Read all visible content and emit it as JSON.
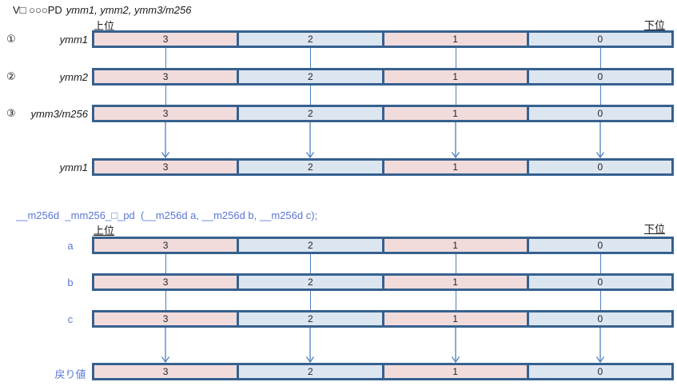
{
  "asm": {
    "title_mnemonic": "V□ ○○○PD",
    "title_operands": "ymm1, ymm2, ymm3/m256",
    "high_label": "上位",
    "low_label": "下位",
    "rows": [
      {
        "marker": "①",
        "label": "ymm1",
        "cells": [
          "3",
          "2",
          "1",
          "0"
        ]
      },
      {
        "marker": "②",
        "label": "ymm2",
        "cells": [
          "3",
          "2",
          "1",
          "0"
        ]
      },
      {
        "marker": "③",
        "label": "ymm3/m256",
        "cells": [
          "3",
          "2",
          "1",
          "0"
        ]
      }
    ],
    "result": {
      "label": "ymm1",
      "cells": [
        "3",
        "2",
        "1",
        "0"
      ]
    }
  },
  "intrinsic": {
    "signature": "__m256d  _mm256_□_pd  (__m256d a, __m256d b, __m256d c);",
    "high_label": "上位",
    "low_label": "下位",
    "rows": [
      {
        "label": "a",
        "cells": [
          "3",
          "2",
          "1",
          "0"
        ]
      },
      {
        "label": "b",
        "cells": [
          "3",
          "2",
          "1",
          "0"
        ]
      },
      {
        "label": "c",
        "cells": [
          "3",
          "2",
          "1",
          "0"
        ]
      }
    ],
    "result": {
      "label": "戻り値",
      "cells": [
        "3",
        "2",
        "1",
        "0"
      ]
    }
  },
  "colors": {
    "lane_pink": "#f2dcdb",
    "lane_blue": "#dce6f1",
    "lane_border": "#36618f",
    "connector_blue": "#4f81bd",
    "intrinsic_text_blue": "#5b78d4"
  }
}
